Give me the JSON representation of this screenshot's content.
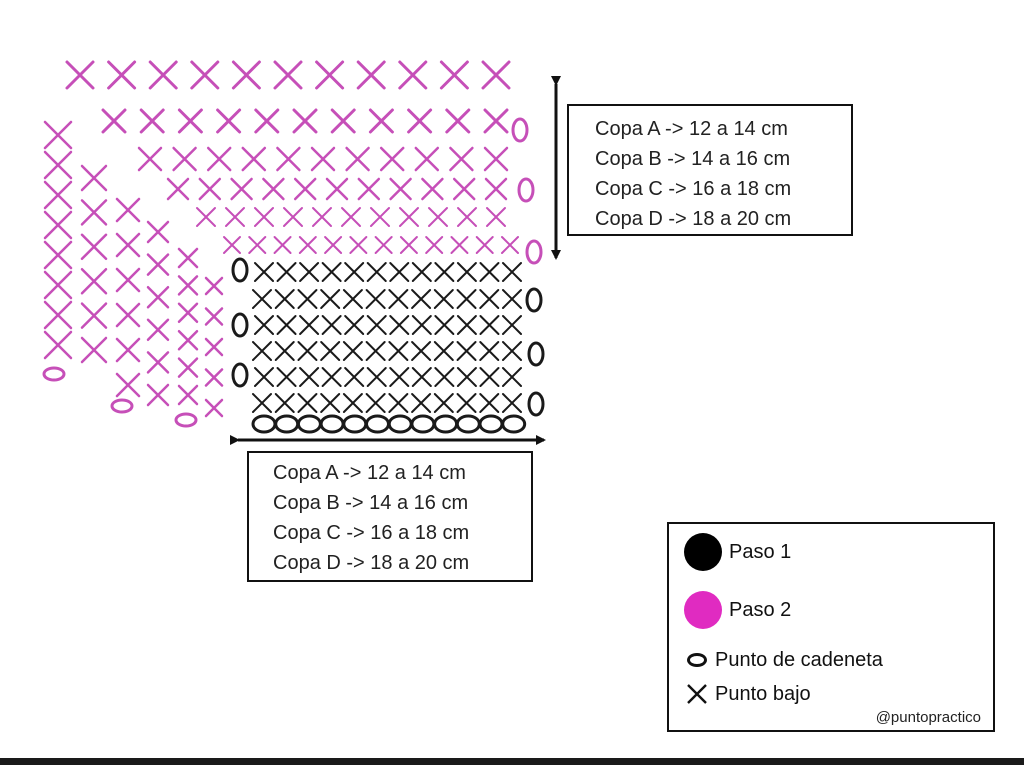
{
  "colors": {
    "step1": "#1a1a1a",
    "step2": "#e02bc1",
    "step2_stroke": "#c64fb8"
  },
  "size_boxes": {
    "right": [
      "Copa A -> 12 a 14 cm",
      "Copa B -> 14 a 16 cm",
      "Copa C -> 16 a 18 cm",
      "Copa D -> 18 a 20 cm"
    ],
    "bottom": [
      "Copa A -> 12 a 14 cm",
      "Copa B -> 14 a 16 cm",
      "Copa C -> 16 a 18 cm",
      "Copa D -> 18 a 20 cm"
    ]
  },
  "legend": {
    "step1": "Paso 1",
    "step2": "Paso 2",
    "chain": "Punto de cadeneta",
    "single_crochet": "Punto bajo",
    "credit": "@puntopractico"
  },
  "icons": {
    "step1": "black-dot-icon",
    "step2": "pink-dot-icon",
    "chain": "chain-stitch-oval-icon",
    "single_crochet": "single-crochet-x-icon",
    "width_arrow": "double-arrow-horizontal-icon",
    "height_arrow": "double-arrow-vertical-icon"
  }
}
